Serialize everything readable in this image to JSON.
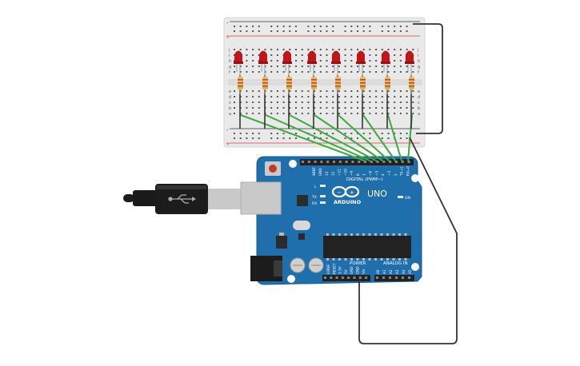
{
  "breadboard": {
    "row_letters_top": [
      "j",
      "i",
      "h",
      "g",
      "f"
    ],
    "row_letters_bottom": [
      "e",
      "d",
      "c",
      "b",
      "a"
    ],
    "rail_plus": "+",
    "rail_minus": "-",
    "led_count": 8,
    "colors": {
      "board": "#e9e9e9",
      "led": "#c0161b",
      "resistor": "#f2b35c",
      "rail_red": "#d33b3b",
      "rail_black": "#333333"
    }
  },
  "arduino": {
    "brand": "ARDUINO",
    "model": "UNO",
    "on_label": "ON",
    "digital_label": "DIGITAL (PWM~)",
    "power_label": "POWER",
    "analog_label": "ANALOG IN",
    "l_label": "L",
    "tx_label": "TX",
    "rx_label": "RX",
    "gnd_label": "GND",
    "aref_label": "AREF",
    "digital_pins": [
      "13",
      "12",
      "~11",
      "~10",
      "~9",
      "8",
      "7",
      "~6",
      "~5",
      "4",
      "~3",
      "2",
      "TX→1",
      "RX←0"
    ],
    "power_pins": [
      "IOREF",
      "RESET",
      "3.3V",
      "5V",
      "GND",
      "GND",
      "Vin"
    ],
    "analog_pins": [
      "A0",
      "A1",
      "A2",
      "A3",
      "A4",
      "A5"
    ],
    "colors": {
      "board": "#1f6fad",
      "silk": "#ffffff"
    }
  },
  "wires": {
    "signal_color": "#3daa3d",
    "ground_color": "#333333"
  },
  "usb_cable": {
    "color": "#1a1a1a"
  }
}
